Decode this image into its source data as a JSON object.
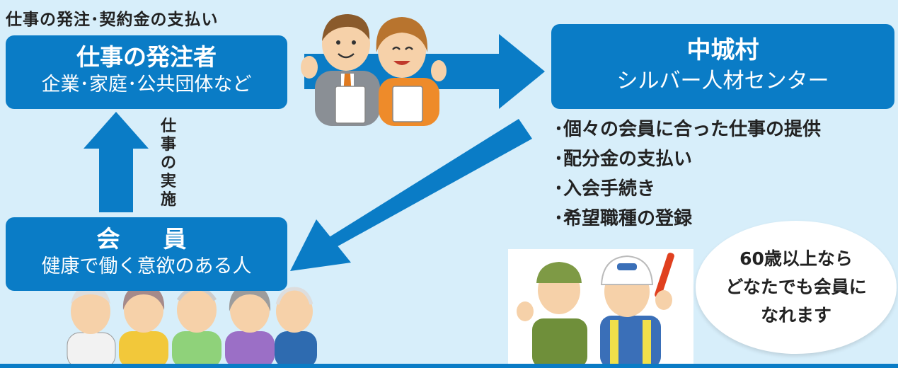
{
  "caption": "仕事の発注･契約金の支払い",
  "orderer": {
    "title": "仕事の発注者",
    "subtitle": "企業･家庭･公共団体など"
  },
  "member": {
    "title": "会　員",
    "subtitle": "健康で働く意欲のある人"
  },
  "center": {
    "name": "中城村",
    "subtitle": "シルバー人材センター"
  },
  "work_label": "仕事の実施",
  "services": [
    "･個々の会員に合った仕事の提供",
    "･配分金の支払い",
    "･入会手続き",
    "･希望職種の登録"
  ],
  "callout": {
    "line1": "60歳以上なら",
    "line2": "どなたでも会員に",
    "line3": "なれます"
  },
  "colors": {
    "box_blue": "#0a7cc6",
    "arrow_blue": "#0a7cc6",
    "background": "#d7eefa"
  },
  "illustrations": [
    "business-people-illustration",
    "elderly-members-illustration",
    "workers-illustration"
  ]
}
